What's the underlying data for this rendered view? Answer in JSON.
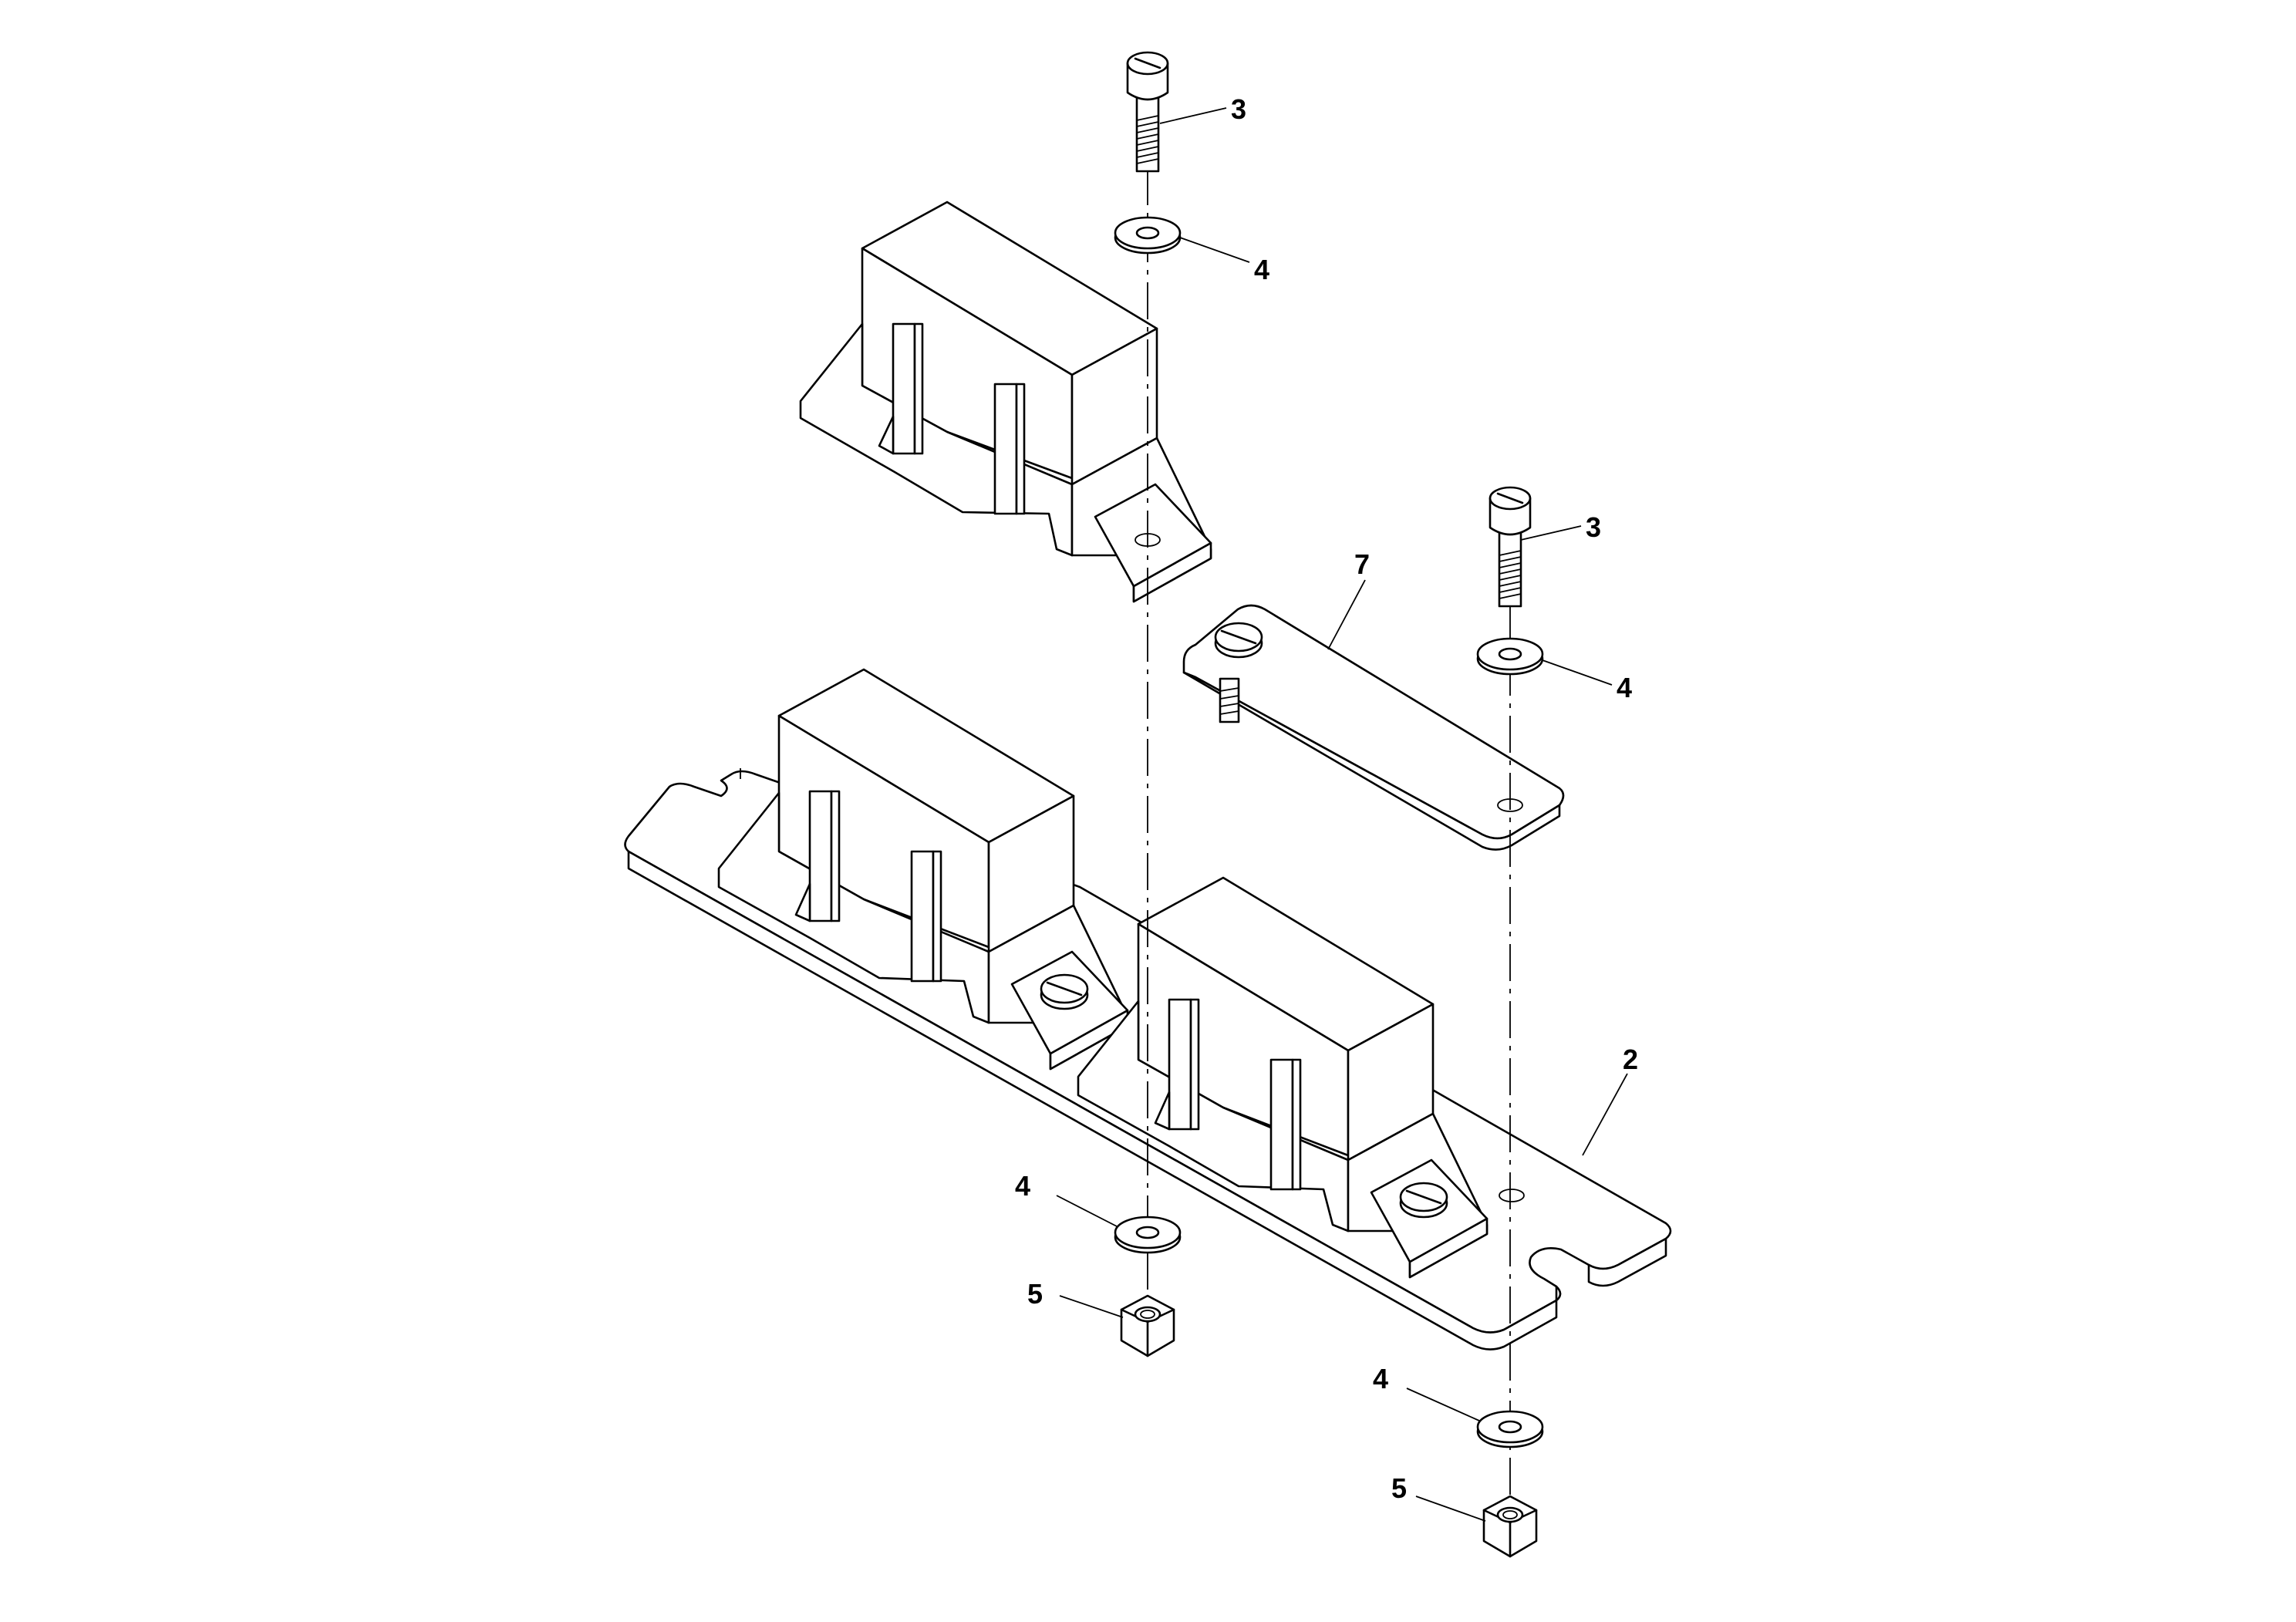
{
  "callouts": {
    "bolt_upper": "3",
    "washer_upper": "4",
    "bolt_right": "3",
    "strap": "7",
    "washer_right": "4",
    "base_plate": "2",
    "washer_lower_left": "4",
    "nut_lower_left": "5",
    "washer_lower_right": "4",
    "nut_lower_right": "5"
  }
}
